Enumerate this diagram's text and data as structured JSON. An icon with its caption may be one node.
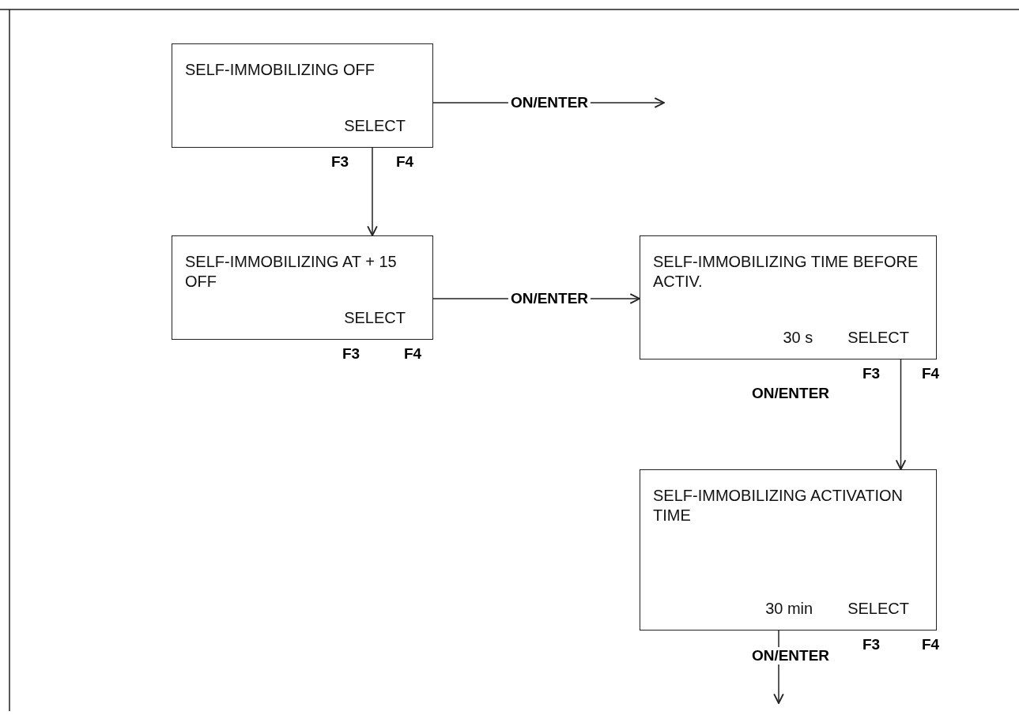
{
  "diagram": {
    "nodes": [
      {
        "text": [
          "SELF-IMMOBILIZING OFF",
          "SELECT"
        ],
        "beside": [
          "F3",
          "F4"
        ]
      },
      {
        "text": [
          "SELF-IMMOBILIZING AT + 15 OFF",
          "SELECT"
        ],
        "beside": [
          "F3",
          "F4"
        ]
      },
      {
        "text": [
          "SELF-IMMOBILIZING TIME BEFORE ACTIV.",
          "30 s",
          "SELECT"
        ],
        "beside": [
          "F3",
          "F4"
        ]
      },
      {
        "text": [
          "SELF-IMMOBILIZING ACTIVATION TIME",
          "30 min",
          "SELECT"
        ],
        "beside": [
          "F3",
          "F4"
        ]
      }
    ],
    "edges": [
      {
        "from": 0,
        "to": null,
        "arrow": "to",
        "label": "ON/ENTER"
      },
      {
        "from": 0,
        "to": 1,
        "arrow": "to"
      },
      {
        "from": 1,
        "to": 2,
        "arrow": "to",
        "label": "ON/ENTER"
      },
      {
        "from": 2,
        "to": 3,
        "arrow": "to",
        "label": "ON/ENTER"
      },
      {
        "from": 3,
        "to": null,
        "arrow": "to",
        "label": "ON/ENTER"
      }
    ]
  }
}
